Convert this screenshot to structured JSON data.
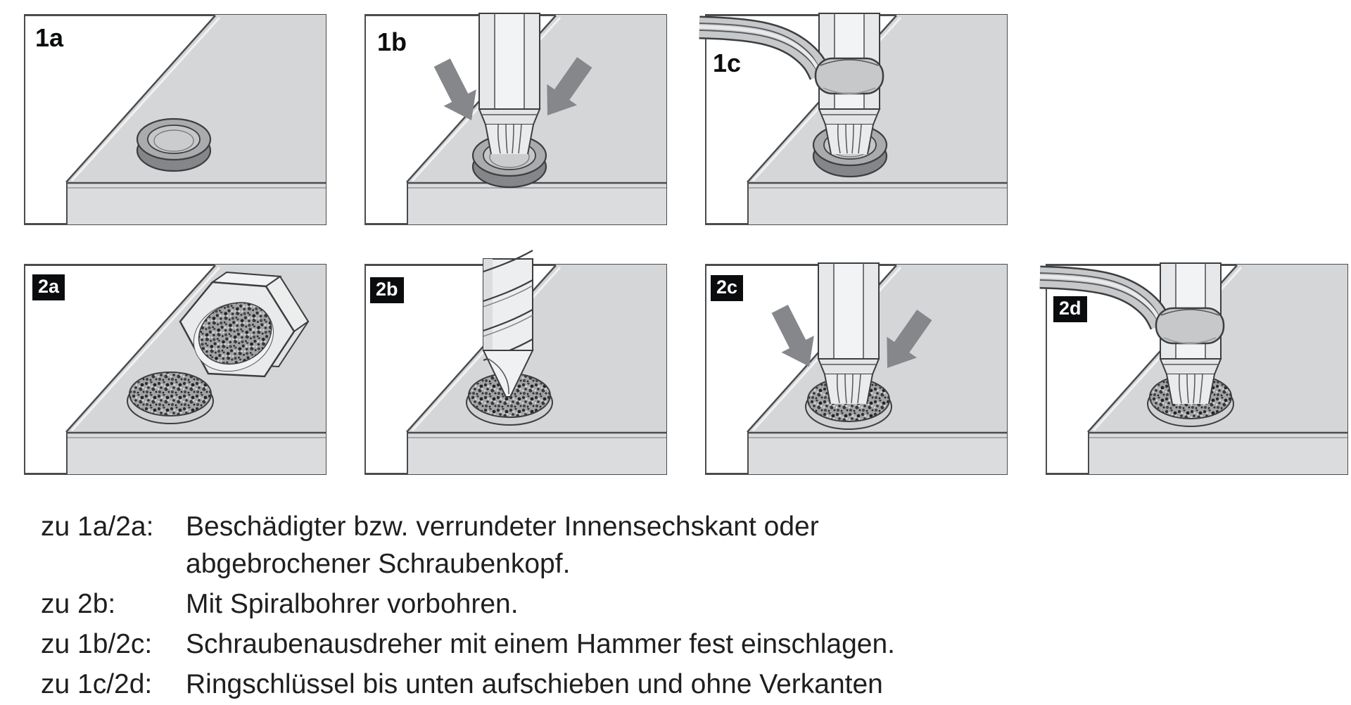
{
  "page": {
    "background": "#ffffff"
  },
  "panels": [
    {
      "id": "1a",
      "label": "1a",
      "label_style": "plain",
      "illustration": "damaged-rounded-screw-head-in-surface"
    },
    {
      "id": "1b",
      "label": "1b",
      "label_style": "plain",
      "illustration": "screw-extractor-hammered-into-head"
    },
    {
      "id": "1c",
      "label": "1c",
      "label_style": "plain",
      "illustration": "ring-wrench-slid-onto-extractor"
    },
    {
      "id": "2a",
      "label": "2a",
      "label_style": "badge",
      "illustration": "broken-off-screw-head-and-stub"
    },
    {
      "id": "2b",
      "label": "2b",
      "label_style": "badge",
      "illustration": "twist-drill-predrilling-stub"
    },
    {
      "id": "2c",
      "label": "2c",
      "label_style": "badge",
      "illustration": "screw-extractor-hammered-into-stub"
    },
    {
      "id": "2d",
      "label": "2d",
      "label_style": "badge",
      "illustration": "ring-wrench-slid-onto-extractor-stub"
    }
  ],
  "legend": {
    "rows": [
      {
        "label": "zu 1a/2a:",
        "lines": [
          "Beschädigter bzw. verrundeter Innensechskant oder",
          "abgebrochener Schraubenkopf."
        ]
      },
      {
        "label": "zu 2b:",
        "lines": [
          "Mit Spiralbohrer vorbohren."
        ]
      },
      {
        "label": "zu 1b/2c:",
        "lines": [
          "Schraubenausdreher mit einem Hammer fest einschlagen."
        ]
      },
      {
        "label": "zu 1c/2d:",
        "lines": [
          "Ringschlüssel bis unten aufschieben und ohne Verkanten"
        ]
      }
    ]
  },
  "colors": {
    "frame": "#4b4c4e",
    "plate_top": "#d5d6d8",
    "plate_front": "#dbdcde",
    "arrow": "#85878a",
    "tool_fill": "#eaebed",
    "screw_head_top": "#aaabad",
    "screw_head_side": "#85868a",
    "speckle_base": "#a3a4a6",
    "badge_bg": "#0b0c0d",
    "badge_fg": "#ffffff",
    "text": "#1e1f21"
  }
}
